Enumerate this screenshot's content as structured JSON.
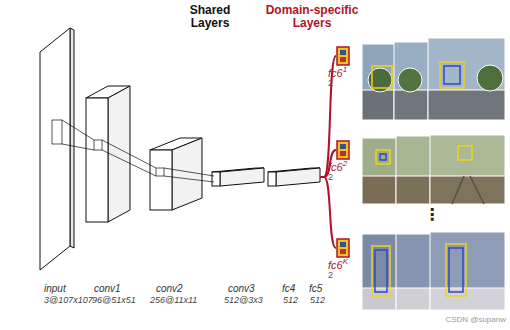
{
  "diagram": {
    "nodes": [
      {
        "text": [
          "fc6",
          "1",
          "2"
        ]
      },
      {
        "text": [
          "fc6",
          "2",
          "2"
        ]
      },
      {
        "text": [
          "fc6",
          "K",
          "2"
        ]
      }
    ],
    "labels": [
      "Shared Layers",
      "Domain-specific Layers",
      "input",
      "3@107x107",
      "conv1",
      "96@51x51",
      "conv2",
      "256@11x11",
      "conv3",
      "512@3x3",
      "fc4",
      "512",
      "fc5",
      "512",
      "⋮",
      "CSDN @supanw"
    ]
  }
}
